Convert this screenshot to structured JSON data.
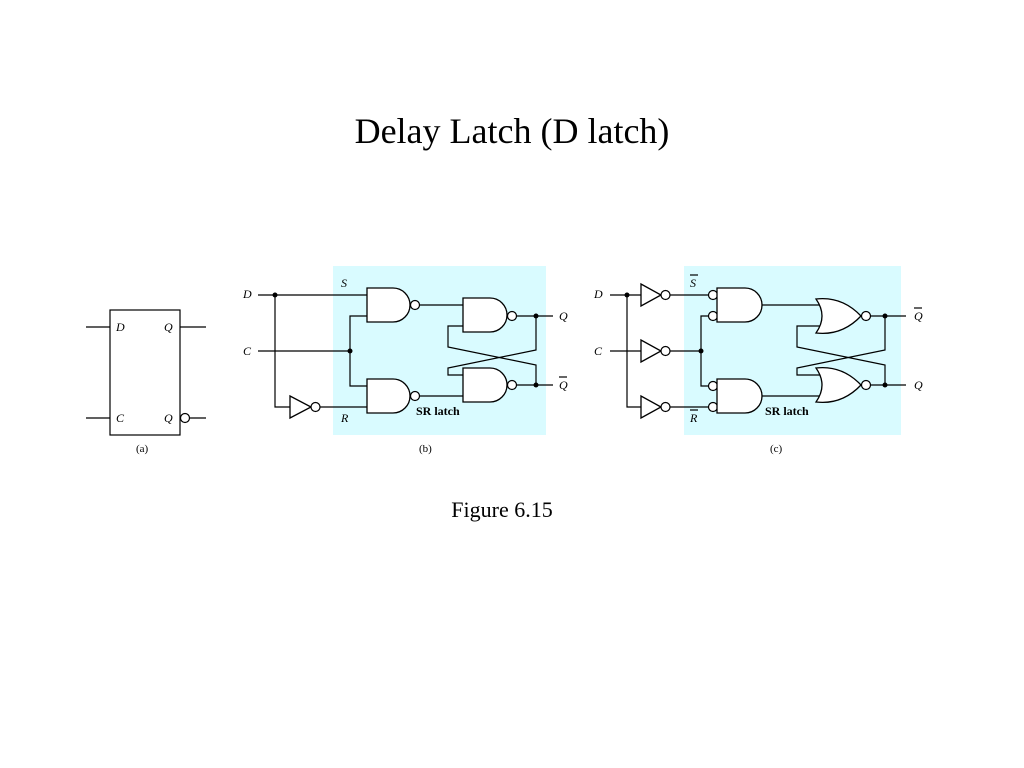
{
  "slide": {
    "title": "Delay Latch (D latch)",
    "caption": "Figure 6.15"
  },
  "figure": {
    "a": {
      "sublabel": "(a)",
      "pin_d": "D",
      "pin_c": "C",
      "pin_q": "Q",
      "pin_qbar": "Q"
    },
    "b": {
      "sublabel": "(b)",
      "in_d": "D",
      "in_c": "C",
      "sig_s": "S",
      "sig_r": "R",
      "out_q": "Q",
      "out_qbar": "Q",
      "block": "SR latch"
    },
    "c": {
      "sublabel": "(c)",
      "in_d": "D",
      "in_c": "C",
      "sig_s": "S",
      "sig_r": "R",
      "out_top": "Q",
      "out_bottom": "Q",
      "block": "SR latch"
    }
  }
}
